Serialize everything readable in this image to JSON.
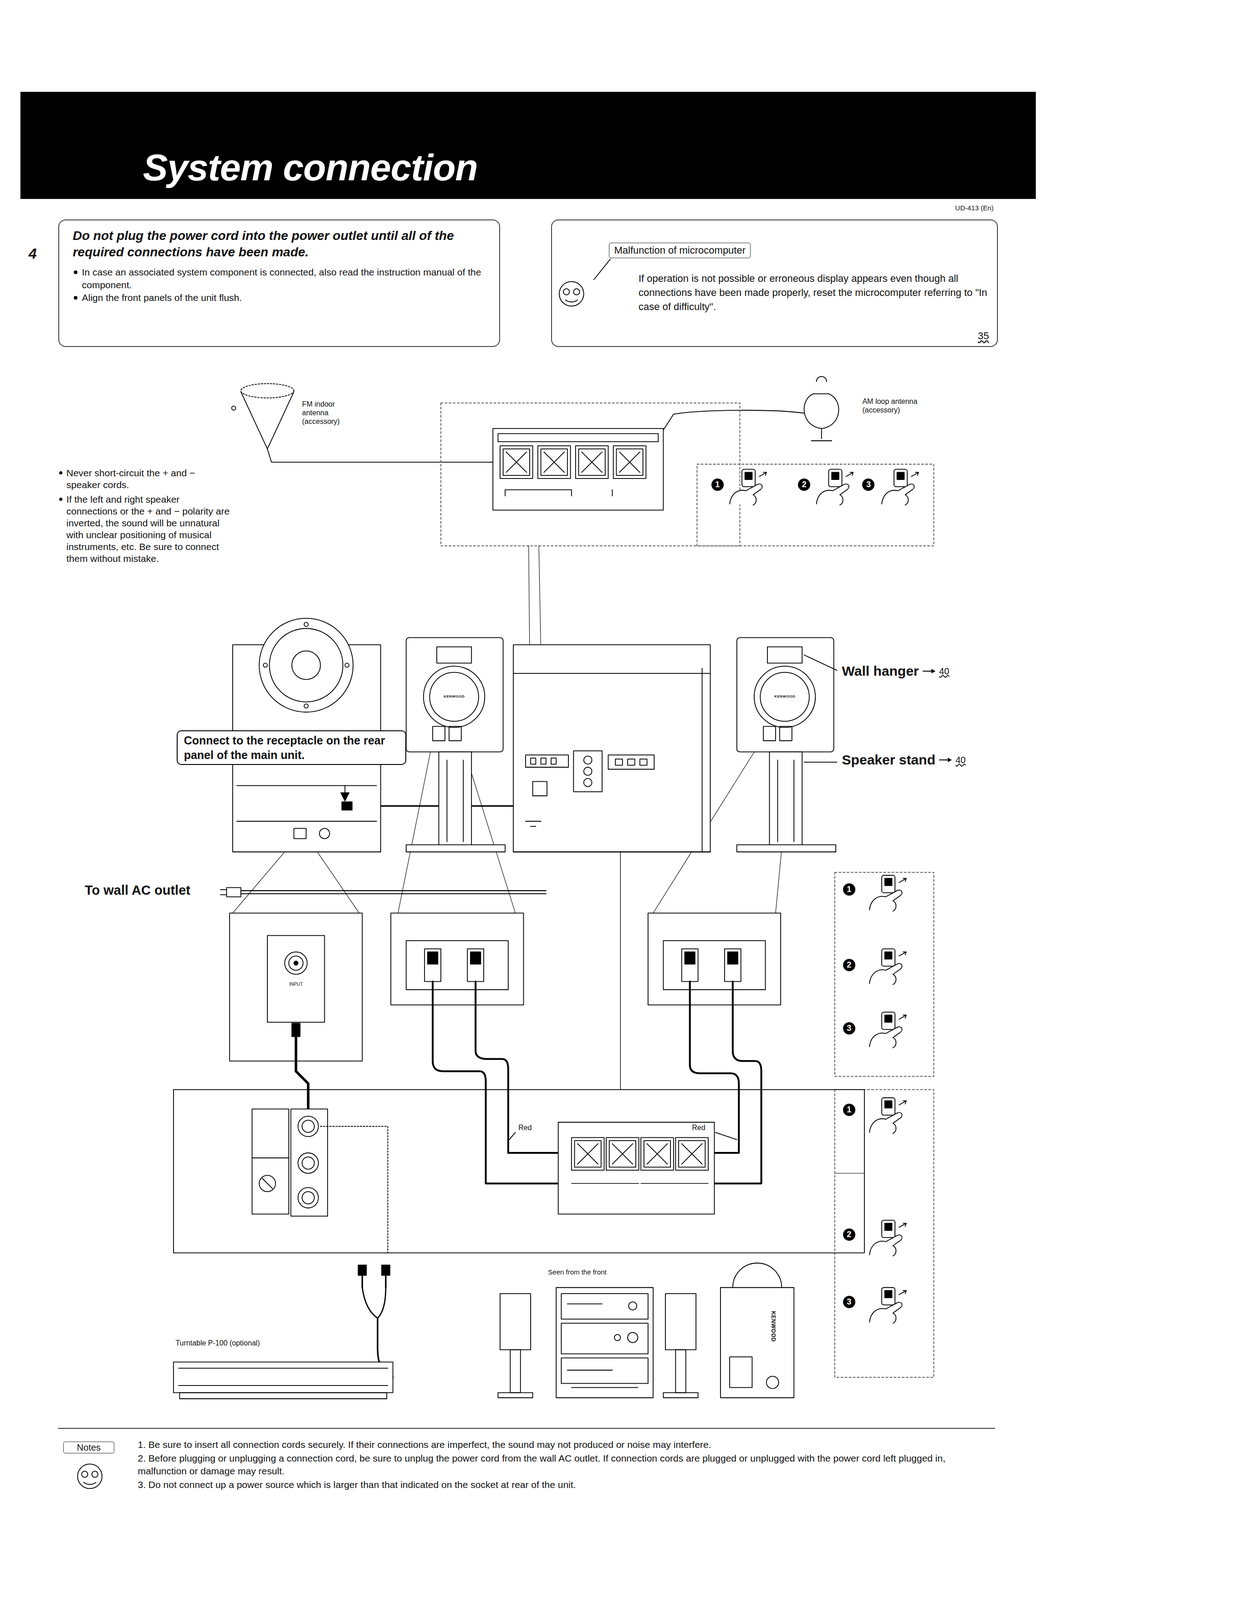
{
  "diagram": {
    "title": "System connection",
    "nodes": [
      {
        "text": [
          "Do not plug the power cord into the power outlet until all of the required connections have been made.",
          "In case an associated system component is connected, also read the instruction manual of the component.",
          "Align the front panels of the unit flush."
        ]
      },
      {
        "text": [
          "If operation is not possible or erroneous display appears even though all connections have been made properly, reset the microcomputer referring to \"In case of difficulty\".",
          "35"
        ]
      },
      {
        "text": [
          "Malfunction of microcomputer"
        ],
        "in": 1
      },
      {
        "text": [
          "Connect to the receptacle on the rear panel of the main unit."
        ]
      },
      {
        "text": [
          "Notes"
        ]
      }
    ],
    "labels": [
      "UD-413 (En)",
      "4",
      "FM indoor antenna (accessory)",
      "AM loop antenna (accessory)",
      "1",
      "2",
      "3",
      "Never short-circuit the + and − speaker cords.",
      "If the left and right speaker connections or the + and − polarity are inverted, the sound will be unnatural with unclear positioning of musical instruments, etc. Be sure to connect them without mistake.",
      "KENWOOD",
      "KENWOOD",
      "Wall hanger",
      "40",
      "Speaker stand",
      "40",
      "To wall AC outlet",
      "INPUT",
      "1",
      "2",
      "3",
      "Red",
      "Red",
      "1",
      "2",
      "3",
      "Seen from the front",
      "Turntable P-100 (optional)",
      "KENWOOD",
      "1. Be sure to insert all connection cords securely. If their connections are imperfect, the sound may not produced or noise may interfere.",
      "2. Before plugging or unplugging a connection cord, be sure to unplug the power cord from the wall AC outlet. If connection cords are plugged or unplugged with the power cord left plugged in, malfunction or damage may result.",
      "3. Do not connect up a power source which is larger than that indicated on the socket at rear of the unit."
    ]
  }
}
